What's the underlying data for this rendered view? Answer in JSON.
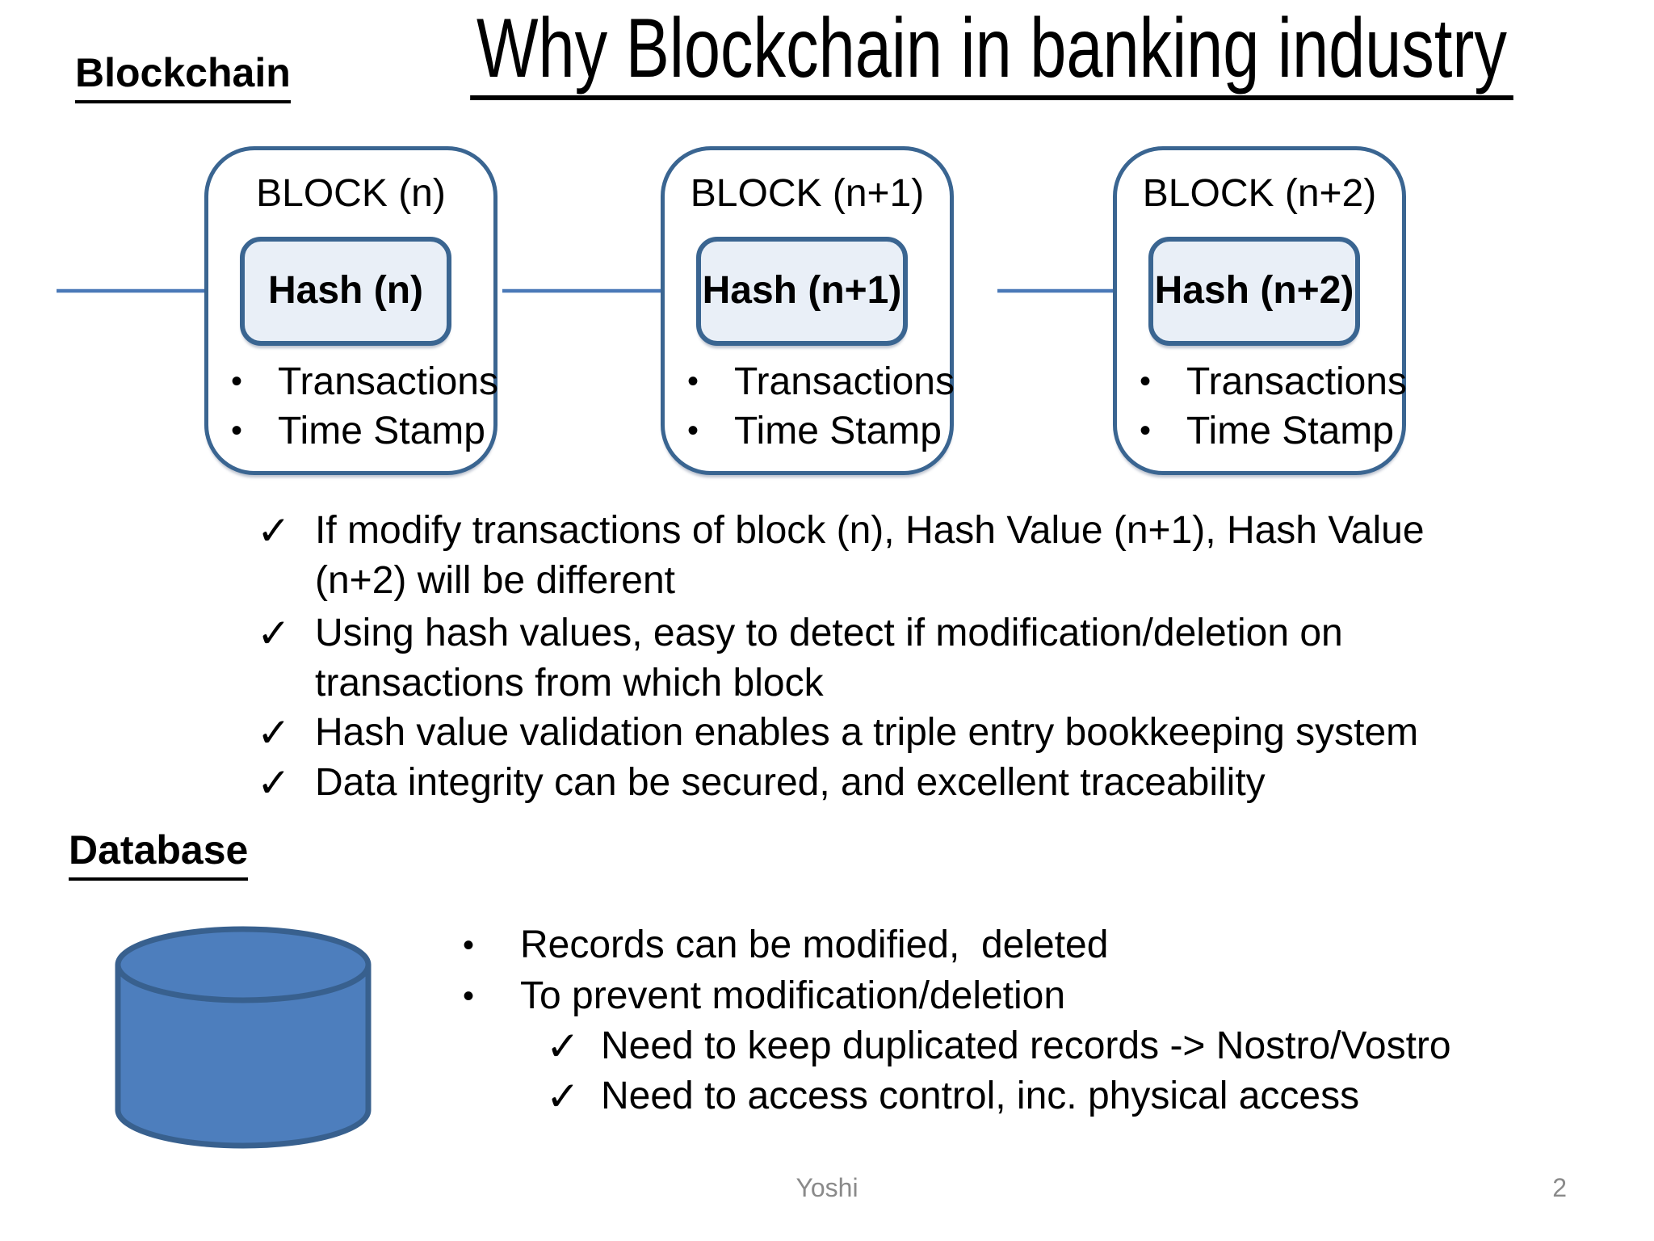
{
  "slide": {
    "title": "Why Blockchain in banking industry",
    "footer": {
      "author": "Yoshi",
      "page_number": "2"
    }
  },
  "icons": {
    "check": "✓",
    "bullet": "•"
  },
  "blockchain": {
    "section_label": "Blockchain",
    "blocks": [
      {
        "title": "BLOCK (n)",
        "hash_label": "Hash (n)",
        "items": [
          "Transactions",
          "Time Stamp"
        ]
      },
      {
        "title": "BLOCK (n+1)",
        "hash_label": "Hash (n+1)",
        "items": [
          "Transactions",
          "Time Stamp"
        ]
      },
      {
        "title": "BLOCK (n+2)",
        "hash_label": "Hash (n+2)",
        "items": [
          "Transactions",
          "Time Stamp"
        ]
      }
    ],
    "checklist": [
      {
        "lines": [
          "If modify transactions of block (n), Hash Value (n+1), Hash Value",
          "(n+2) will be different"
        ]
      },
      {
        "lines": [
          "Using hash values, easy to detect if modification/deletion on",
          "transactions from which block"
        ]
      },
      {
        "lines": [
          "Hash value validation enables a triple entry bookkeeping system"
        ]
      },
      {
        "lines": [
          "Data integrity can be secured, and excellent traceability"
        ]
      }
    ]
  },
  "database": {
    "section_label": "Database",
    "bullets": [
      "Records can be modified,  deleted",
      "To prevent modification/deletion"
    ],
    "checklist": [
      "Need to keep duplicated records -> Nostro/Vostro",
      "Need to access control, inc. physical access"
    ]
  },
  "colors": {
    "shape_border": "#3a6591",
    "hash_fill": "#e9eff7",
    "arrow": "#4a79b8",
    "cylinder_fill": "#4d7ebd",
    "cylinder_border": "#38608e",
    "footer_text": "#8a8a8a"
  }
}
